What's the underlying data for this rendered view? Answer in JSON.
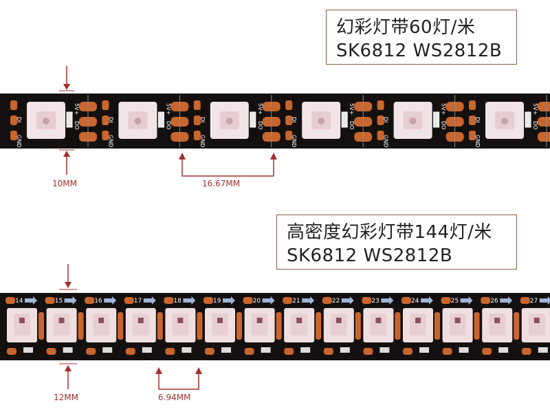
{
  "label_60": {
    "line1": "幻彩灯带60灯/米",
    "line2": "SK6812  WS2812B"
  },
  "label_144": {
    "line1": "高密度幻彩灯带144灯/米",
    "line2": "SK6812  WS2812B"
  },
  "strip_60": {
    "pad_text": [
      "5V+",
      "DO",
      "DI",
      "GND"
    ],
    "measure_width": "10MM",
    "measure_pitch": "16.67MM"
  },
  "strip_144": {
    "led_numbers": [
      "14",
      "15",
      "16",
      "17",
      "18",
      "19",
      "20",
      "21",
      "22",
      "23",
      "24",
      "25",
      "26",
      "27"
    ],
    "measure_width": "12MM",
    "measure_pitch": "6.94MM"
  },
  "colors": {
    "pcb": "#151010",
    "copper": "#c8662e",
    "measure": "#a03030",
    "border": "#8a5a4a"
  }
}
